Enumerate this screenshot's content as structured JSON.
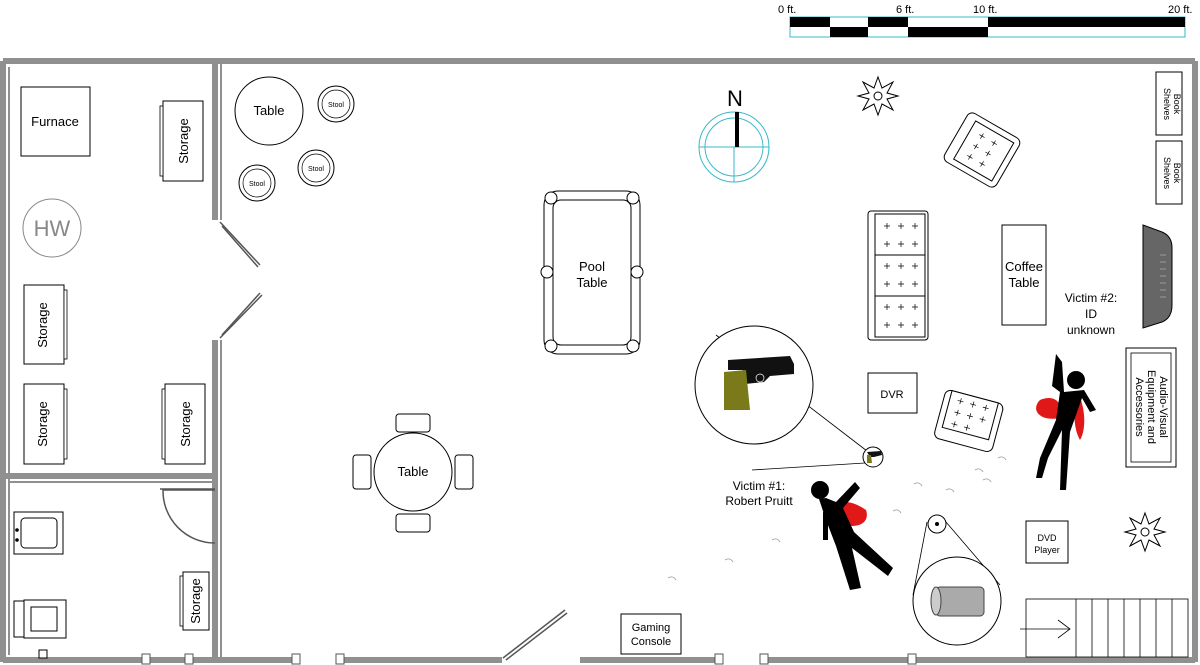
{
  "scale": {
    "ticks": [
      "0 ft.",
      "6 ft.",
      "10 ft.",
      "20 ft."
    ]
  },
  "compass": {
    "north_label": "N"
  },
  "rooms": {
    "furnace_room": {
      "furnace": "Furnace",
      "water_heater": "HW",
      "storage_1": "Storage",
      "storage_2": "Storage",
      "storage_3": "Storage",
      "storage_4": "Storage"
    },
    "bathroom": {
      "storage": "Storage"
    },
    "main": {
      "table_top": "Table",
      "stool_1": "Stool",
      "stool_2": "Stool",
      "stool_3": "Stool",
      "pool_table": [
        "Pool",
        "Table"
      ],
      "table_center": "Table",
      "coffee_table": [
        "Coffee",
        "Table"
      ],
      "bookshelves_1": [
        "Book",
        "Shelves"
      ],
      "bookshelves_2": [
        "Book",
        "Shelves"
      ],
      "dvr": "DVR",
      "dvd_player": [
        "DVD",
        "Player"
      ],
      "gaming_console": [
        "Gaming",
        "Console"
      ],
      "av_equipment": [
        "Audio-Visual",
        "Equipment and",
        "Accessories"
      ]
    }
  },
  "victims": {
    "victim1": [
      "Victim #1:",
      "Robert Pruitt"
    ],
    "victim2": [
      "Victim #2:",
      "ID",
      "unknown"
    ]
  },
  "colors": {
    "wall": "#909090",
    "blood": "#e01818",
    "gun_grip": "#7a7a1a",
    "compass": "#38b8c8"
  }
}
